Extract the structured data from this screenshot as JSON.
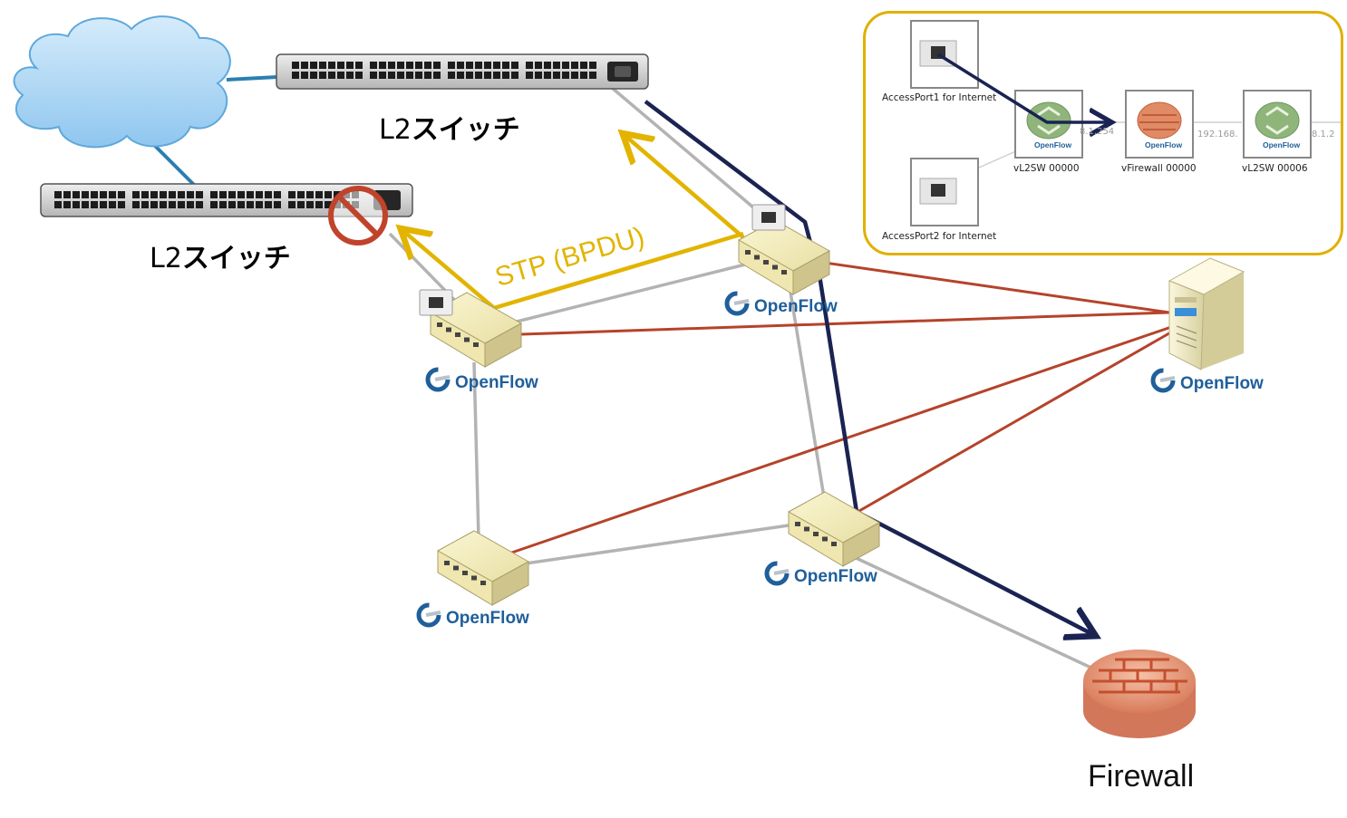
{
  "labels": {
    "l2_switch_top": [
      "L2",
      "スイッチ"
    ],
    "l2_switch_left": [
      "L2",
      "スイッチ"
    ],
    "stp": "STP (BPDU)",
    "firewall": "Firewall",
    "openflow": "OpenFlow"
  },
  "inset": {
    "access_port1": "AccessPort1 for Internet",
    "access_port2": "AccessPort2 for Internet",
    "vl2sw_a": "vL2SW 00000",
    "vfirewall": "vFirewall 00000",
    "vl2sw_b": "vL2SW 00006",
    "ip_a": "8.1.254",
    "ip_b": "192.168.",
    "ip_c": "8.1.2",
    "openflow": "OpenFlow"
  },
  "colors": {
    "data_path": "#1a2352",
    "stp_path": "#e2b400",
    "controller_link": "#b5432a",
    "switch_link": "#b3b3b3",
    "cloud_link": "#2a7fb0",
    "inset_border": "#e0b000"
  }
}
